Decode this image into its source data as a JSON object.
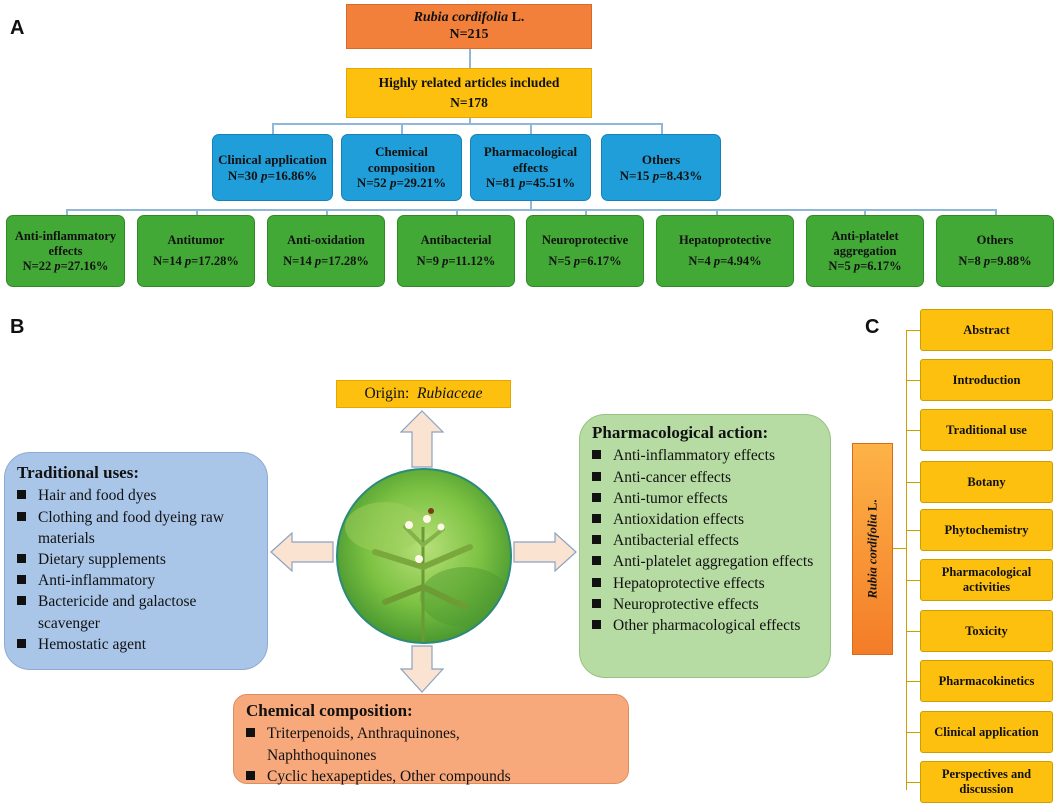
{
  "panels": {
    "a": "A",
    "b": "B",
    "c": "C"
  },
  "panel_a": {
    "root": {
      "name": "Rubia cordifolia",
      "suffix": " L.",
      "count": "N=215"
    },
    "included": {
      "label": "Highly related articles included",
      "count": "N=178"
    },
    "categories": [
      {
        "label": "Clinical application",
        "n": "N=30",
        "p": "p",
        "pval": "=16.86%"
      },
      {
        "label": "Chemical composition",
        "n": "N=52",
        "p": "p",
        "pval": "=29.21%"
      },
      {
        "label": "Pharmacological effects",
        "n": "N=81",
        "p": "p",
        "pval": "=45.51%"
      },
      {
        "label": "Others",
        "n": "N=15",
        "p": "p",
        "pval": "=8.43%"
      }
    ],
    "effects": [
      {
        "label": "Anti-inflammatory effects",
        "n": "N=22",
        "p": "p",
        "pval": "=27.16%"
      },
      {
        "label": "Antitumor",
        "n": "N=14",
        "p": "p",
        "pval": "=17.28%"
      },
      {
        "label": "Anti-oxidation",
        "n": "N=14",
        "p": "p",
        "pval": "=17.28%"
      },
      {
        "label": "Antibacterial",
        "n": "N=9",
        "p": "p",
        "pval": "=11.12%"
      },
      {
        "label": "Neuroprotective",
        "n": "N=5",
        "p": "p",
        "pval": "=6.17%"
      },
      {
        "label": "Hepatoprotective",
        "n": "N=4",
        "p": "p",
        "pval": "=4.94%"
      },
      {
        "label": "Anti-platelet aggregation",
        "n": "N=5",
        "p": "p",
        "pval": "=6.17%"
      },
      {
        "label": "Others",
        "n": "N=8",
        "p": "p",
        "pval": "=9.88%"
      }
    ]
  },
  "panel_b": {
    "origin": {
      "label": "Origin:",
      "value": "Rubiaceae"
    },
    "traditional": {
      "title": "Traditional uses:",
      "items": [
        "Hair and food dyes",
        "Clothing and food dyeing raw materials",
        "Dietary supplements",
        "Anti-inflammatory",
        "Bactericide and galactose scavenger",
        "Hemostatic agent"
      ]
    },
    "pharmacological": {
      "title": "Pharmacological action:",
      "items": [
        "Anti-inflammatory effects",
        "Anti-cancer effects",
        "Anti-tumor effects",
        "Antioxidation effects",
        "Antibacterial effects",
        "Anti-platelet aggregation effects",
        "Hepatoprotective effects",
        "Neuroprotective effects",
        "Other pharmacological effects"
      ]
    },
    "chemical": {
      "title": "Chemical composition:",
      "items": [
        "Triterpenoids, Anthraquinones, Naphthoquinones",
        "Cyclic hexapeptides, Other compounds"
      ]
    }
  },
  "panel_c": {
    "root": {
      "name": "Rubia cordifolia",
      "suffix": " L."
    },
    "sections": [
      "Abstract",
      "Introduction",
      "Traditional use",
      "Botany",
      "Phytochemistry",
      "Pharmacological activities",
      "Toxicity",
      "Pharmacokinetics",
      "Clinical application",
      "Perspectives and discussion"
    ]
  },
  "colors": {
    "orange": "#f2803a",
    "yellow": "#fdc00e",
    "blue": "#1f9ed9",
    "green": "#43a936",
    "trad": "#a9c6e9",
    "pharm": "#b6dba3",
    "chem": "#f7a97c"
  }
}
